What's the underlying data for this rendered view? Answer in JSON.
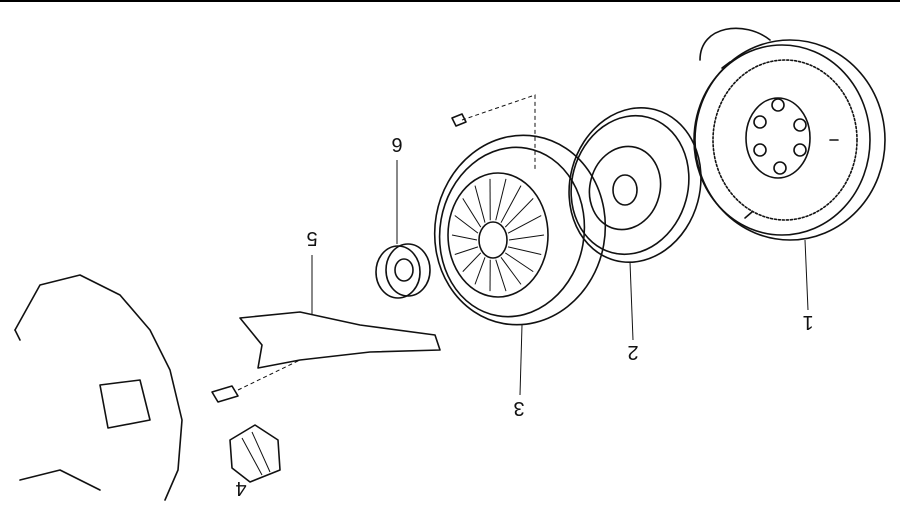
{
  "diagram": {
    "subject": "clutch-exploded-view",
    "callouts": [
      {
        "id": "1",
        "part": "flywheel"
      },
      {
        "id": "2",
        "part": "clutch-disc"
      },
      {
        "id": "3",
        "part": "pressure-plate"
      },
      {
        "id": "4",
        "part": "boot"
      },
      {
        "id": "5",
        "part": "release-fork"
      },
      {
        "id": "6",
        "part": "release-bearing"
      }
    ]
  }
}
